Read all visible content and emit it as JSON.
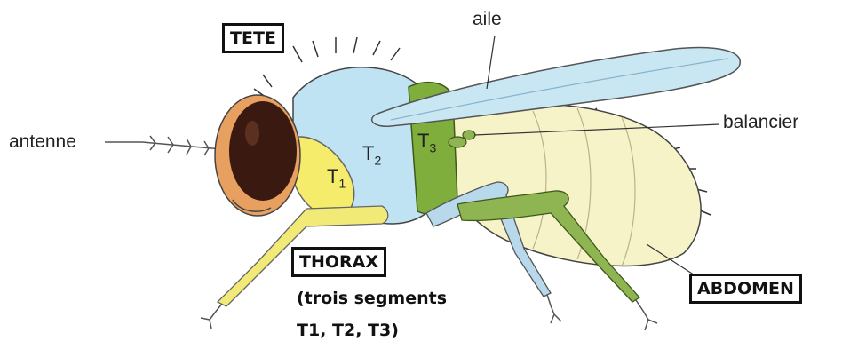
{
  "labels": {
    "head": "TETE",
    "thorax": "THORAX",
    "thorax_note_line1": "(trois segments",
    "thorax_note_line2": "T1, T2, T3)",
    "abdomen": "ABDOMEN",
    "antenna": "antenne",
    "wing": "aile",
    "haltere": "balancier"
  },
  "segments": {
    "t1": {
      "letter": "T",
      "number": "1"
    },
    "t2": {
      "letter": "T",
      "number": "2"
    },
    "t3": {
      "letter": "T",
      "number": "3"
    }
  },
  "colors": {
    "eye": "#3a1a10",
    "head_rim": "#e8a060",
    "thorax": "#bfe3f2",
    "prothorax": "#f4ec6a",
    "metathorax": "#7fae3c",
    "abdomen": "#f7f3c8",
    "wing": "#c9e6f3",
    "leg_yellow": "#f2ea77",
    "leg_blue": "#b8d9ec",
    "leg_green": "#8fb552"
  }
}
